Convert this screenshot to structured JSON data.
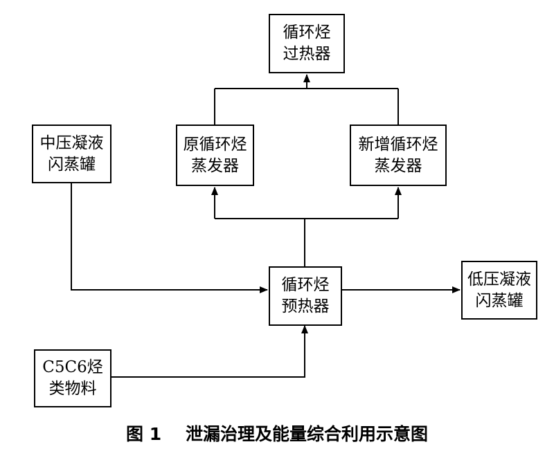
{
  "diagram": {
    "nodes": {
      "superheater": {
        "lines": [
          "循环烃",
          "过热器"
        ]
      },
      "orig_evap": {
        "lines": [
          "原循环烃",
          "蒸发器"
        ]
      },
      "new_evap": {
        "lines": [
          "新增循环烃",
          "蒸发器"
        ]
      },
      "mp_flash": {
        "lines": [
          "中压凝液",
          "闪蒸罐"
        ]
      },
      "preheater": {
        "lines": [
          "循环烃",
          "预热器"
        ]
      },
      "lp_flash": {
        "lines": [
          "低压凝液",
          "闪蒸罐"
        ]
      },
      "c5c6": {
        "lines": [
          "C5C6烃",
          "类物料"
        ]
      }
    },
    "edges": [
      {
        "from": "mp_flash",
        "to": "preheater"
      },
      {
        "from": "c5c6",
        "to": "preheater"
      },
      {
        "from": "preheater",
        "to": "lp_flash"
      },
      {
        "from": "preheater",
        "to": "orig_evap"
      },
      {
        "from": "preheater",
        "to": "new_evap"
      },
      {
        "from": "orig_evap",
        "to": "superheater"
      },
      {
        "from": "new_evap",
        "to": "superheater"
      }
    ]
  },
  "caption": "图 1    泄漏治理及能量综合利用示意图"
}
